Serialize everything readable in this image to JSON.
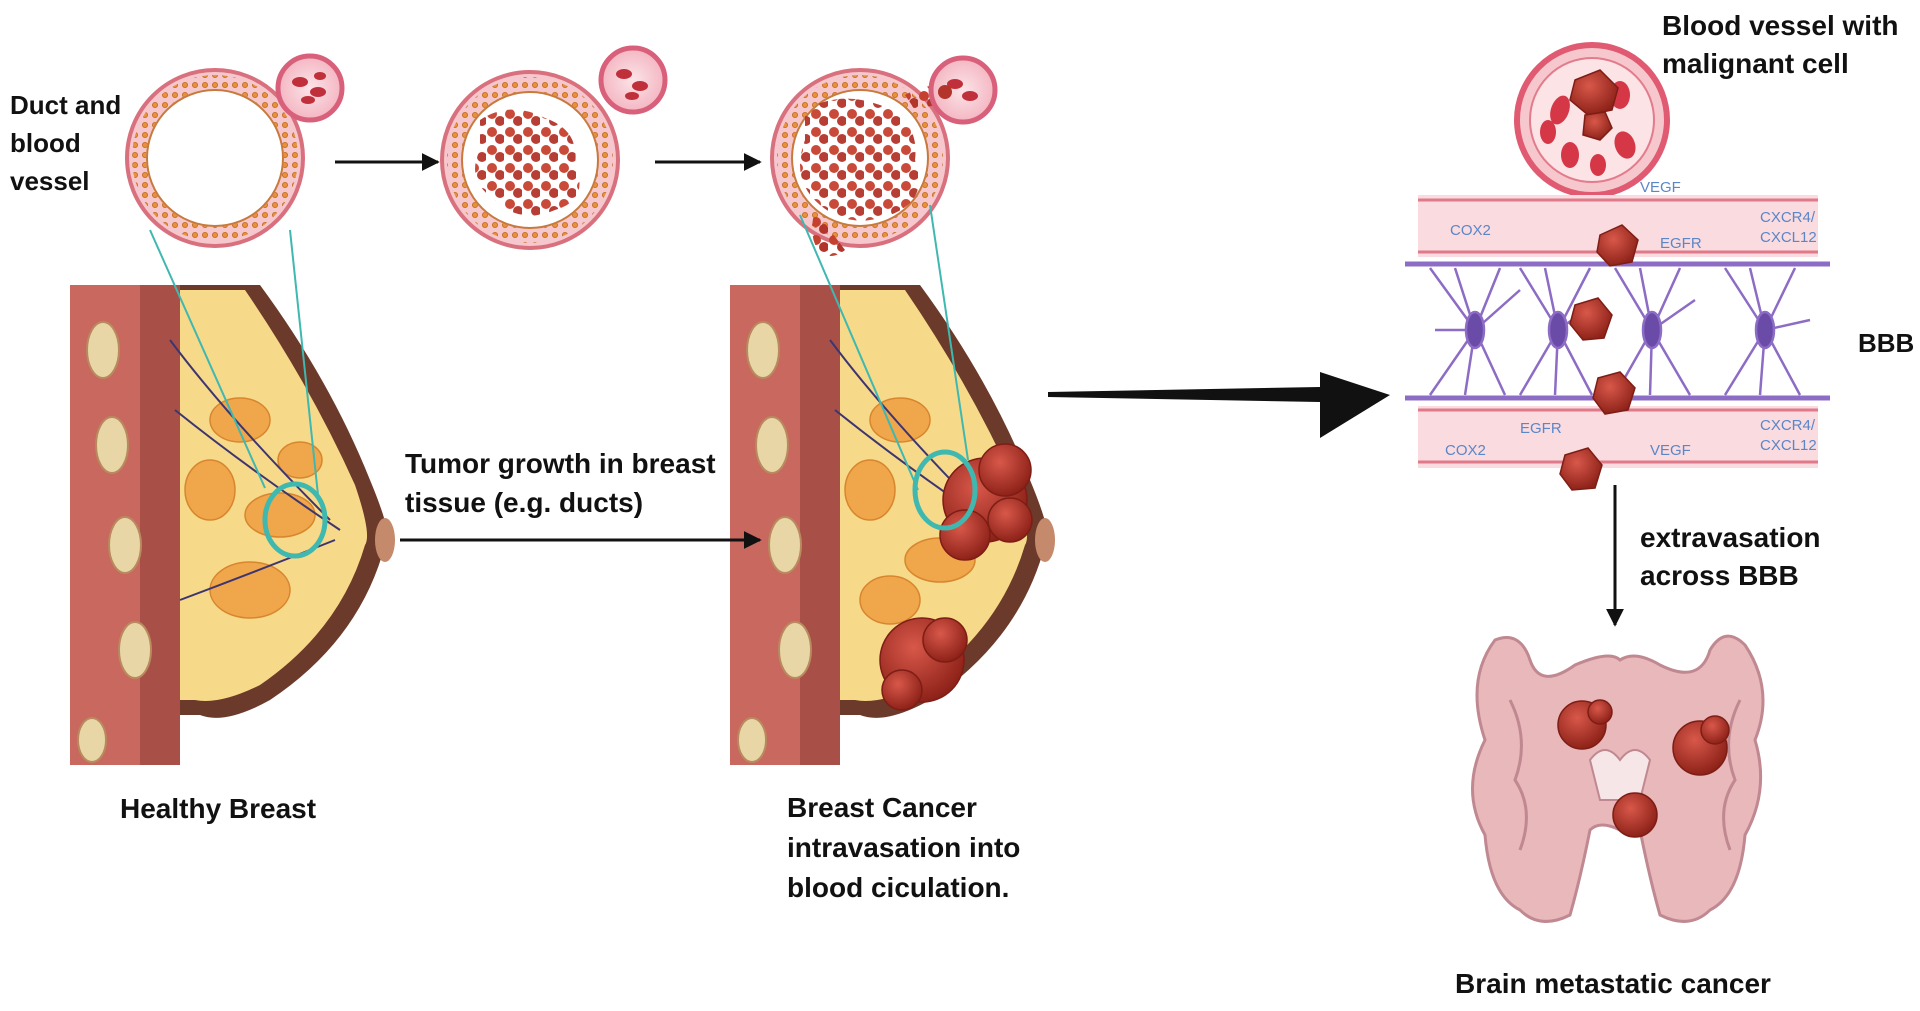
{
  "labels": {
    "duct_line1": "Duct and",
    "duct_line2": "blood",
    "duct_line3": "vessel",
    "healthy": "Healthy Breast",
    "tumor_line1": "Tumor growth in breast",
    "tumor_line2": "tissue (e.g. ducts)",
    "cancer_line1": "Breast Cancer",
    "cancer_line2": "intravasation into",
    "cancer_line3": "blood ciculation.",
    "vessel_line1": "Blood vessel with",
    "vessel_line2": "malignant cell",
    "bbb": "BBB",
    "extrav_line1": "extravasation",
    "extrav_line2": "across BBB",
    "brain": "Brain metastatic cancer"
  },
  "molecules": {
    "vegf_top": "VEGF",
    "cox2_top": "COX2",
    "egfr_top": "EGFR",
    "cxcr4_top": "CXCR4/",
    "cxcl12_top": "CXCL12",
    "egfr_bottom": "EGFR",
    "cox2_bottom": "COX2",
    "vegf_bottom": "VEGF",
    "cxcr4_bottom": "CXCR4/",
    "cxcl12_bottom": "CXCL12"
  },
  "colors": {
    "tumor": "#b8342a",
    "duct_orange": "#e7923a",
    "vessel_pink": "#e9607a",
    "highlight_teal": "#3fb8b0",
    "astrocyte_purple": "#8c6cc4",
    "brain_pink": "#e8b8bb"
  }
}
